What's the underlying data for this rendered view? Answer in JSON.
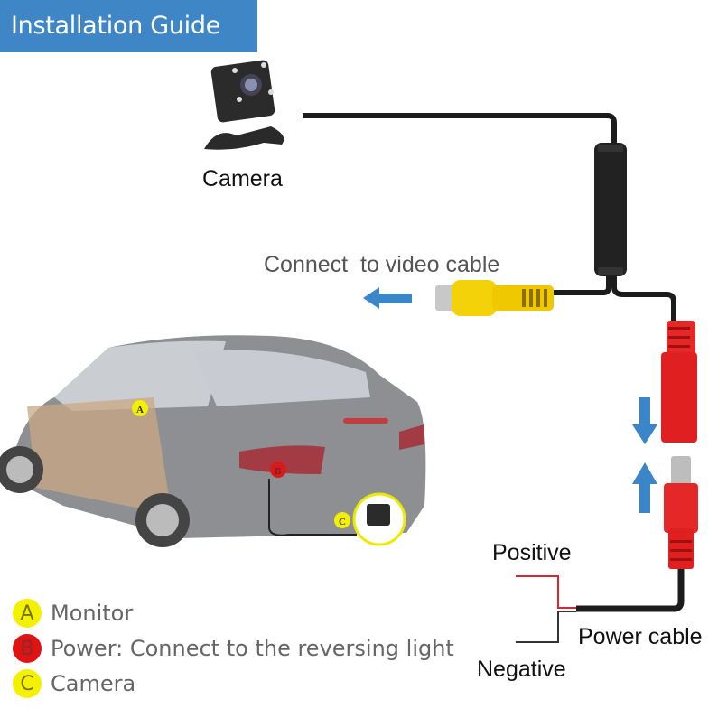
{
  "title": "Installation Guide",
  "colors": {
    "banner": "#3f86c6",
    "arrow": "#3b86c8",
    "rca_yellow": "#f4d20a",
    "dc_red": "#e42828",
    "badge_yellow": "#f3f000",
    "badge_red": "#e01212"
  },
  "diagram": {
    "camera_label": "Camera",
    "video_label": "Connect  to video cable",
    "positive_label": "Positive",
    "power_cable_label": "Power cable",
    "negative_label": "Negative",
    "car_markers": [
      {
        "letter": "A"
      },
      {
        "letter": "B"
      },
      {
        "letter": "C"
      }
    ]
  },
  "legend": [
    {
      "letter": "A",
      "color": "yellow",
      "text": "Monitor"
    },
    {
      "letter": "B",
      "color": "red",
      "text": "Power: Connect to the reversing light"
    },
    {
      "letter": "C",
      "color": "yellow",
      "text": "Camera"
    }
  ]
}
